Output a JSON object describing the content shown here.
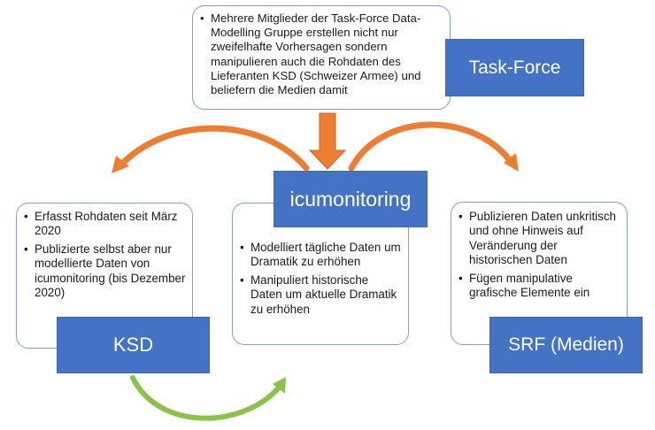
{
  "colors": {
    "box_fill": "#4472c4",
    "card_border": "#7f9fd6",
    "arrow_orange": "#ed7d31",
    "arrow_green": "#8bc34a"
  },
  "task_force": {
    "label": "Task-Force",
    "bullets": [
      "Mehrere Mitglieder der Task-Force Data-Modelling Gruppe erstellen nicht nur zweifelhafte Vorhersagen sondern manipulieren auch die Rohdaten des Lieferanten KSD (Schweizer Armee) und beliefern die Medien damit"
    ]
  },
  "icumonitoring": {
    "label": "icumonitoring",
    "bullets": [
      "Modelliert tägliche Daten um Dramatik zu erhöhen",
      "Manipuliert historische Daten um aktuelle Dramatik zu erhöhen"
    ]
  },
  "ksd": {
    "label": "KSD",
    "bullets": [
      "Erfasst Rohdaten seit März 2020",
      "Publizierte selbst aber nur modellierte Daten von icumonitoring (bis Dezember 2020)"
    ]
  },
  "srf": {
    "label": "SRF (Medien)",
    "bullets": [
      "Publizieren Daten unkritisch und ohne Hinweis auf Veränderung der historischen Daten",
      "Fügen manipulative grafische Elemente ein"
    ]
  }
}
